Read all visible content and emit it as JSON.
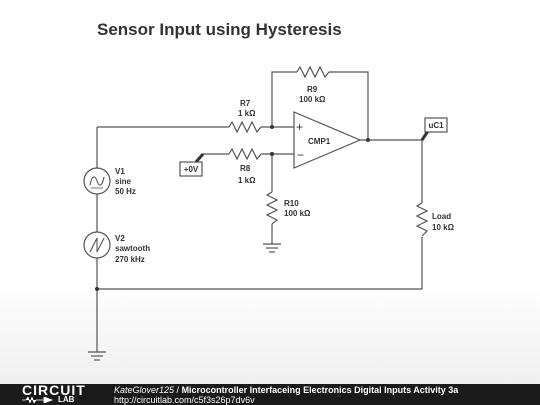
{
  "title": "Sensor Input using Hysteresis",
  "components": {
    "r9": {
      "name": "R9",
      "value": "100 kΩ"
    },
    "r7": {
      "name": "R7",
      "value": "1 kΩ"
    },
    "r8": {
      "name": "R8",
      "value": "1 kΩ"
    },
    "r10": {
      "name": "R10",
      "value": "100 kΩ"
    },
    "cmp1": {
      "name": "CMP1",
      "plus": "+",
      "minus": "−"
    },
    "v1": {
      "name": "V1",
      "type": "sine",
      "freq": "50 Hz"
    },
    "v2": {
      "name": "V2",
      "type": "sawtooth",
      "freq": "270 kHz"
    },
    "load": {
      "name": "Load",
      "value": "10 kΩ"
    },
    "uc1": {
      "label": "uC1"
    },
    "vref": {
      "label": "+0V"
    }
  },
  "footer": {
    "logo_top": "CIRCUIT",
    "logo_bottom": "LAB",
    "author": "KateGlover125",
    "separator": " / ",
    "project": "Microcontroller Interfaceing Electronics Digital Inputs Activity 3a",
    "url": "http://circuitlab.com/c5f3s26p7dv6v"
  },
  "colors": {
    "wire": "#555555",
    "footer_bg": "#1a1a1a",
    "title": "#333333"
  }
}
